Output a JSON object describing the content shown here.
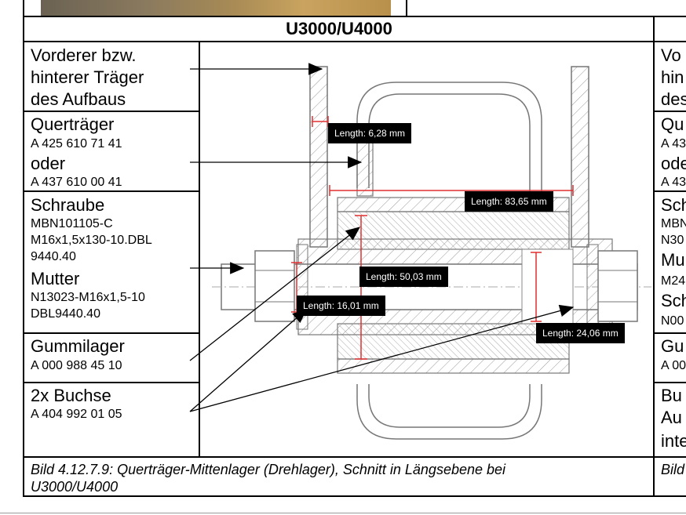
{
  "header": {
    "title": "U3000/U4000"
  },
  "labels": {
    "traeger": [
      "Vorderer bzw.",
      "hinterer Träger",
      "des Aufbaus"
    ],
    "quertraeger": {
      "name": "Querträger",
      "part1": "A 425 610 71 41",
      "oder": "oder",
      "part2": "A 437 610 00 41"
    },
    "schraube": {
      "name": "Schraube",
      "lines": [
        "MBN101105-C",
        "M16x1,5x130-10.DBL",
        "9440.40"
      ]
    },
    "mutter": {
      "name": "Mutter",
      "lines": [
        "N13023-M16x1,5-10",
        "DBL9440.40"
      ]
    },
    "gummilager": {
      "name": "Gummilager",
      "part": "A 000 988 45 10"
    },
    "buchse": {
      "name": "2x Buchse",
      "part": "A 404 992 01 05"
    }
  },
  "caption": [
    "Bild 4.12.7.9: Querträger-Mittenlager (Drehlager), Schnitt in Längsebene bei",
    "U3000/U4000"
  ],
  "right_column": {
    "rows": [
      "Vo",
      "hin",
      "des",
      "Qu",
      "A 43",
      "ode",
      "A 43",
      "Sch",
      "MBN",
      "N30",
      "Mu",
      "M24",
      "Sch",
      "N00",
      "Gu",
      "A 00",
      "Bu",
      "Au",
      "inte"
    ],
    "caption": "Bild"
  },
  "measurements": [
    {
      "label": "Length: 6,28 mm"
    },
    {
      "label": "Length: 83,65 mm"
    },
    {
      "label": "Length: 50,03 mm"
    },
    {
      "label": "Length: 16,01 mm"
    },
    {
      "label": "Length: 24,06 mm"
    }
  ],
  "colors": {
    "measure_line": "#e03030",
    "hatch": "#9a9a9a",
    "label_bg": "#000000"
  }
}
